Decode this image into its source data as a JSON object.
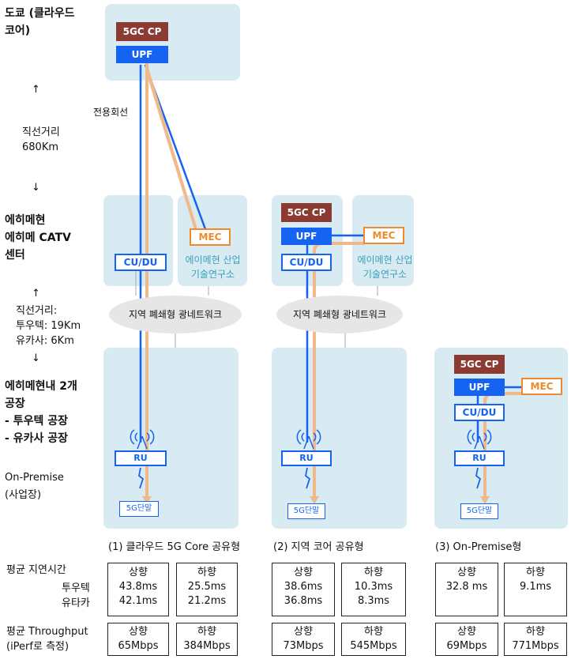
{
  "left_labels": {
    "tokyo": "도쿄 (클라우드 코어)",
    "tokyo_line1": "도쿄 (클라우드",
    "tokyo_line2": "코어)",
    "distance1_line1": "직선거리",
    "distance1_line2": "680Km",
    "ehime_line1": "에히메현",
    "ehime_line2": "에히메 CATV",
    "ehime_line3": "센터",
    "distance2_line1": "직선거리:",
    "distance2_line2": "투우텍: 19Km",
    "distance2_line3": "유카사: 6Km",
    "factory_line1": "에히메현내 2개",
    "factory_line2": "공장",
    "factory_line3": "- 투우텍 공장",
    "factory_line4": "- 유카사 공장",
    "onprem_line1": "On-Premise",
    "onprem_line2": "(사업장)",
    "leased_line": "전용회선",
    "arrow_up": "↑",
    "arrow_down": "↓"
  },
  "components": {
    "cp": "5GC CP",
    "upf": "UPF",
    "cudu": "CU/DU",
    "ru": "RU",
    "mec": "MEC",
    "terminal": "5G단말",
    "inst_line1": "에이메현 산업",
    "inst_line2": "기술연구소",
    "network": "지역 폐쇄형 광네트워크"
  },
  "scenarios": [
    {
      "title": "(1) 클라우드 5G Core 공유형"
    },
    {
      "title": "(2) 지역 코어 공유형"
    },
    {
      "title": "(3) On-Premise형"
    }
  ],
  "metrics": {
    "latency_label": "평균 지연시간",
    "site1": "투우텍",
    "site2": "유타카",
    "throughput_line1": "평균 Throughput",
    "throughput_line2": "(iPerf로 측정)",
    "up": "상향",
    "down": "하향",
    "latency": [
      {
        "up": [
          "43.8ms",
          "42.1ms"
        ],
        "down": [
          "25.5ms",
          "21.2ms"
        ]
      },
      {
        "up": [
          "38.6ms",
          "36.8ms"
        ],
        "down": [
          "10.3ms",
          "8.3ms"
        ]
      },
      {
        "up": [
          "32.8 ms"
        ],
        "down": [
          "9.1ms"
        ]
      }
    ],
    "throughput": [
      {
        "up": "65Mbps",
        "down": "384Mbps"
      },
      {
        "up": "73Mbps",
        "down": "545Mbps"
      },
      {
        "up": "69Mbps",
        "down": "771Mbps"
      }
    ]
  },
  "colors": {
    "zone": "#d8ebf2",
    "cp": "#8c3b33",
    "upf": "#1463f2",
    "mec": "#ee8a2c",
    "path_orange": "#f0b98a",
    "institute_text": "#3aa0b8"
  }
}
